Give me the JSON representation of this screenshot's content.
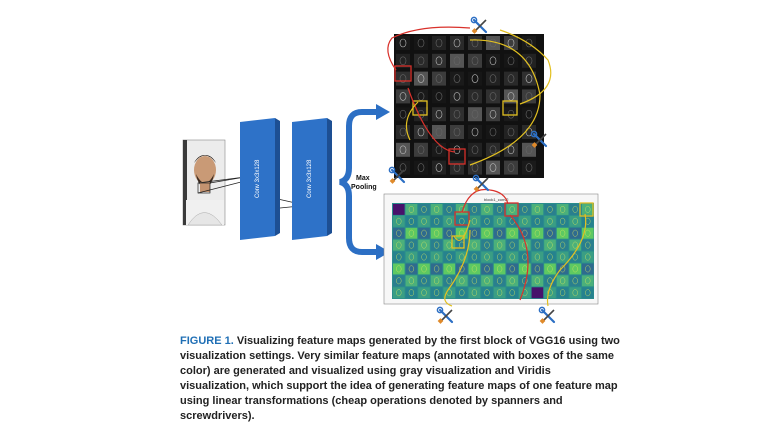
{
  "figure": {
    "conv_labels": [
      "Conv 3x3x128",
      "Conv 3x3x128"
    ],
    "max_pooling_label": [
      "Max",
      "Pooling"
    ],
    "viridis_title": "block1_conv2",
    "colors": {
      "conv_blue": "#2e72c8",
      "arrow_blue": "#2c6fc4",
      "annot_red": "#d9312b",
      "annot_yellow": "#e2c021",
      "gray_bg": "#111111",
      "viridis_teal": "#2b8d8c",
      "viridis_dark": "#47126b"
    },
    "icons": [
      "spanner-screwdriver-icon"
    ]
  },
  "caption": {
    "label": "FIGURE 1.",
    "text": "Visualizing feature maps generated by the first block of VGG16 using two visualization settings. Very similar feature maps (annotated with boxes of the same color) are generated and visualized using gray visualization and Viridis visualization, which support the idea of generating feature maps of one feature map using linear transformations (cheap operations denoted by spanners and screwdrivers)."
  }
}
